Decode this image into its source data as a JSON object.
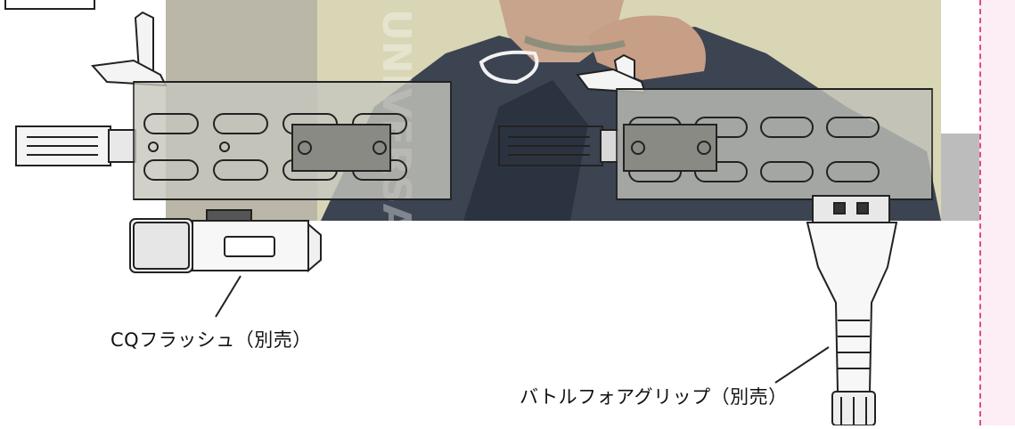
{
  "labels": {
    "flash": "CQフラッシュ（別売）",
    "grip": "バトルフォアグリップ（別売）"
  },
  "watermark_text": "UNIVERSAL AIR",
  "colors": {
    "photo_tint": "#d8d4b4",
    "gray_panel": "#b0b0b0",
    "line_art": "#222222",
    "accent_pink": "#e04a8a",
    "side_strip": "#fdeef5"
  },
  "icons": [
    "rifle-handguard-line-art",
    "flashlight-line-art",
    "foregrip-line-art",
    "person-photo"
  ]
}
